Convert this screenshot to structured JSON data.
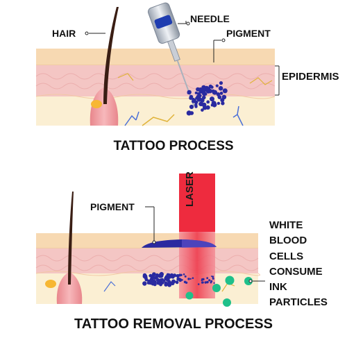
{
  "top_panel": {
    "labels": {
      "hair": "HAIR",
      "needle": "NEEDLE",
      "pigment": "PIGMENT",
      "epidermis": "EPIDERMIS"
    },
    "title": "TATTOO PROCESS"
  },
  "bottom_panel": {
    "labels": {
      "pigment": "PIGMENT",
      "laser": "LASER",
      "white_blood_cells_lines": [
        "WHITE",
        "BLOOD",
        "CELLS",
        "CONSUME",
        "INK",
        "PARTICLES"
      ]
    },
    "title": "TATTOO REMOVAL PROCESS"
  },
  "colors": {
    "skin_surface": "#f7d9b2",
    "dermis_pink": "#f4c6c4",
    "subcutis": "#fbefd3",
    "pigment_blue": "#2a2aa0",
    "laser_red": "#f0485a",
    "wbc_green": "#1fc08a",
    "follicle_pink": "#f09aa0",
    "hair_dark": "#3a1e14"
  }
}
